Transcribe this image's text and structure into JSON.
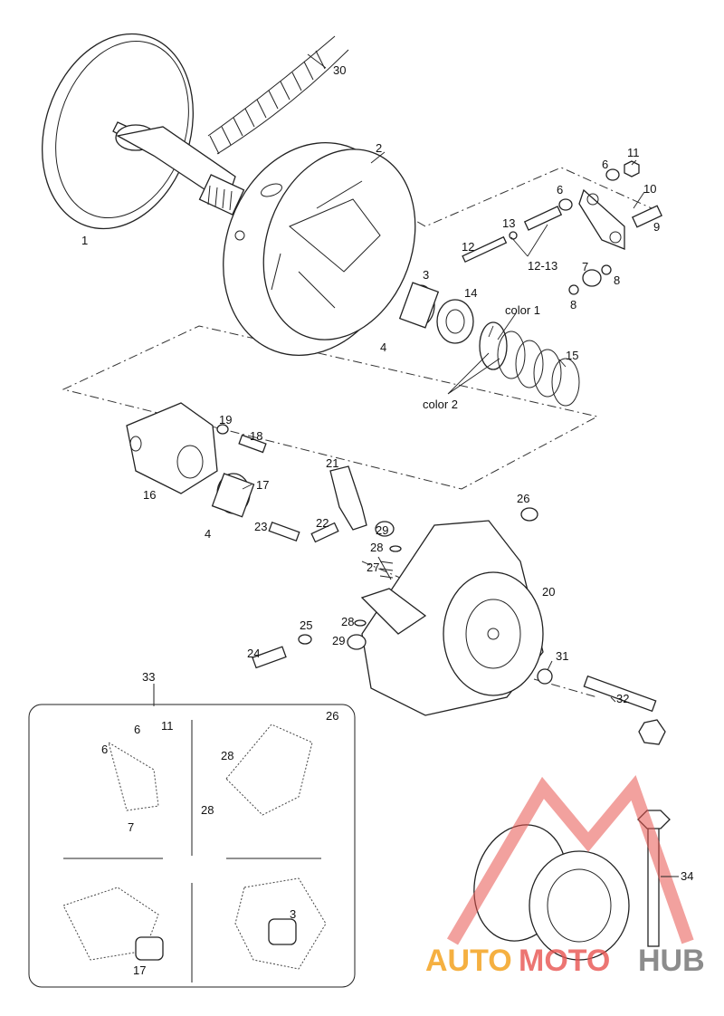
{
  "callouts": {
    "p1": "1",
    "p2": "2",
    "p3": "3",
    "p4a": "4",
    "p4b": "4",
    "p6a": "6",
    "p6b": "6",
    "p7": "7",
    "p8a": "8",
    "p8b": "8",
    "p9": "9",
    "p10": "10",
    "p11": "11",
    "p12": "12",
    "p13": "13",
    "p1213": "12-13",
    "p14": "14",
    "p15": "15",
    "p16": "16",
    "p17": "17",
    "p18": "18",
    "p19": "19",
    "p20": "20",
    "p21": "21",
    "p22": "22",
    "p23": "23",
    "p24": "24",
    "p25": "25",
    "p26": "26",
    "p27": "27",
    "p28a": "28",
    "p28b": "28",
    "p29a": "29",
    "p29b": "29",
    "p30": "30",
    "p31": "31",
    "p32": "32",
    "p33": "33",
    "p34": "34",
    "color1": "color 1",
    "color2": "color 2"
  },
  "inset": {
    "i6a": "6",
    "i11": "11",
    "i6b": "6",
    "i7": "7",
    "i26": "26",
    "i28a": "28",
    "i28b": "28",
    "i17": "17",
    "i3": "3"
  },
  "watermark": {
    "part1": "AUTO",
    "part2": "MOTO",
    "part3": "HUB",
    "color_orange": "#f5b041",
    "color_red": "#e8534f",
    "color_gray": "#8c8c8c"
  }
}
